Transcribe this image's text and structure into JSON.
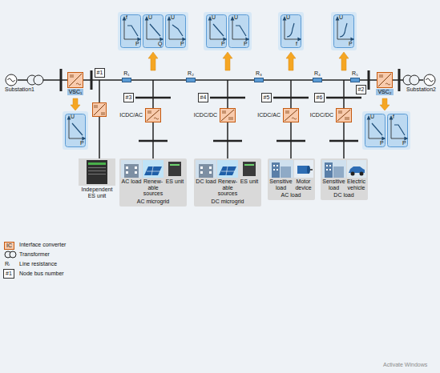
{
  "diagram": {
    "nodes": [
      {
        "text": [
          "Substation1"
        ]
      },
      {
        "text": [
          "VSC₁"
        ]
      },
      {
        "text": [
          "#1"
        ]
      },
      {
        "text": [
          "R₁"
        ]
      },
      {
        "text": [
          "#3"
        ]
      },
      {
        "text": [
          "R₂"
        ]
      },
      {
        "text": [
          "#4"
        ]
      },
      {
        "text": [
          "R₃"
        ]
      },
      {
        "text": [
          "#5"
        ]
      },
      {
        "text": [
          "R₄"
        ]
      },
      {
        "text": [
          "#6"
        ]
      },
      {
        "text": [
          "R₅"
        ]
      },
      {
        "text": [
          "#2"
        ]
      },
      {
        "text": [
          "VSC₂"
        ]
      },
      {
        "text": [
          "Substation2"
        ]
      },
      {
        "text": [
          "ICDC/AC"
        ]
      },
      {
        "text": [
          "ICDC/DC"
        ]
      },
      {
        "text": [
          "ICDC/AC"
        ]
      },
      {
        "text": [
          "ICDC/DC"
        ]
      },
      {
        "text": [
          "Independent ES unit"
        ]
      },
      {
        "text": [
          "AC microgrid"
        ]
      },
      {
        "text": [
          "AC load"
        ],
        "in": 20
      },
      {
        "text": [
          "Renew-able sources"
        ],
        "in": 20
      },
      {
        "text": [
          "ES unit"
        ],
        "in": 20
      },
      {
        "text": [
          "DC microgrid"
        ]
      },
      {
        "text": [
          "DC load"
        ],
        "in": 24
      },
      {
        "text": [
          "Renew-able sources"
        ],
        "in": 24
      },
      {
        "text": [
          "ES unit"
        ],
        "in": 24
      },
      {
        "text": [
          "AC load"
        ]
      },
      {
        "text": [
          "Sensitive load"
        ],
        "in": 28
      },
      {
        "text": [
          "Motor device"
        ],
        "in": 28
      },
      {
        "text": [
          "DC load"
        ]
      },
      {
        "text": [
          "Sensitive load"
        ],
        "in": 31
      },
      {
        "text": [
          "Electric vehicle"
        ],
        "in": 31
      }
    ],
    "edges": [
      {
        "from": 0,
        "to": 1,
        "arrow": "none"
      },
      {
        "from": 1,
        "to": 3,
        "arrow": "none"
      },
      {
        "from": 3,
        "to": 5,
        "arrow": "none"
      },
      {
        "from": 5,
        "to": 7,
        "arrow": "none"
      },
      {
        "from": 7,
        "to": 9,
        "arrow": "none"
      },
      {
        "from": 9,
        "to": 11,
        "arrow": "none"
      },
      {
        "from": 11,
        "to": 13,
        "arrow": "none"
      },
      {
        "from": 13,
        "to": 14,
        "arrow": "none"
      },
      {
        "from": 15,
        "to": 20,
        "arrow": "none"
      },
      {
        "from": 16,
        "to": 24,
        "arrow": "none"
      },
      {
        "from": 17,
        "to": 28,
        "arrow": "none"
      },
      {
        "from": 18,
        "to": 31,
        "arrow": "none"
      }
    ],
    "labels": [
      "f",
      "P",
      "U",
      "Q",
      "U",
      "P",
      "U",
      "P",
      "U",
      "P",
      "U",
      "f",
      "U",
      "P",
      "U",
      "P",
      "U",
      "P",
      "f",
      "P",
      "IC",
      "Rᵢ",
      "#1",
      "Activate Windows"
    ],
    "legend": [
      {
        "text": "Interface converter"
      },
      {
        "text": "Transformer"
      },
      {
        "text": "Line resistance"
      },
      {
        "text": "Node bus number"
      }
    ]
  }
}
